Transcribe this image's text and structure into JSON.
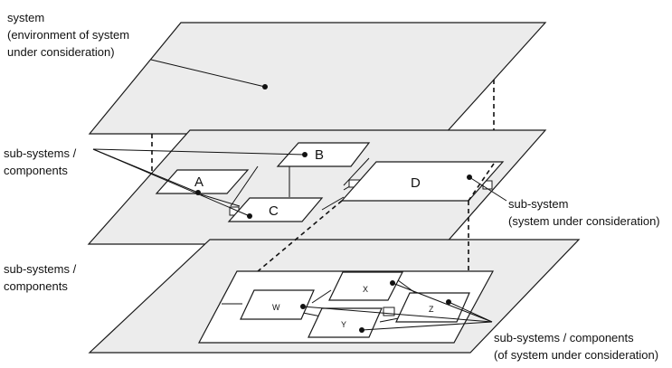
{
  "labels": {
    "system": [
      "system",
      "(environment of system",
      "under consideration)"
    ],
    "subsystems_top": [
      "sub-systems /",
      "components"
    ],
    "subsystem_right": [
      "sub-system",
      "(system under consideration)"
    ],
    "subsystems_bottom_left": [
      "sub-systems /",
      "components"
    ],
    "subsystems_bottom_right": [
      "sub-systems / components",
      "(of system under consideration)"
    ]
  },
  "components": {
    "a": "A",
    "b": "B",
    "c": "C",
    "d": "D",
    "w": "W",
    "x": "X",
    "y": "Y",
    "z": "Z"
  }
}
